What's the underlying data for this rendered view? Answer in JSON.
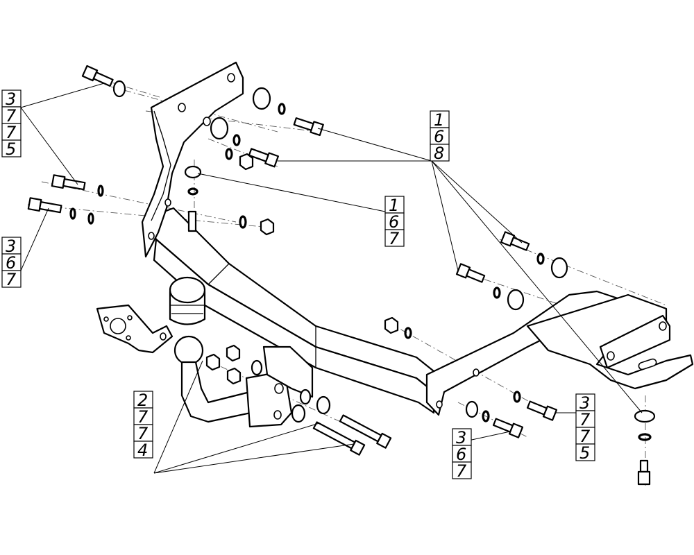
{
  "callouts": {
    "top_left_a": [
      "3",
      "7",
      "7",
      "5"
    ],
    "left_b": [
      "3",
      "6",
      "7"
    ],
    "center_top": [
      "1",
      "6",
      "8"
    ],
    "center_mid": [
      "1",
      "6",
      "7"
    ],
    "bottom_left": [
      "2",
      "7",
      "7",
      "4"
    ],
    "bottom_center": [
      "3",
      "6",
      "7"
    ],
    "bottom_right": [
      "3",
      "7",
      "7",
      "5"
    ]
  },
  "icons": [
    "bolt-icon",
    "washer-icon",
    "nut-icon",
    "tow-ball-icon",
    "socket-bracket-icon"
  ]
}
